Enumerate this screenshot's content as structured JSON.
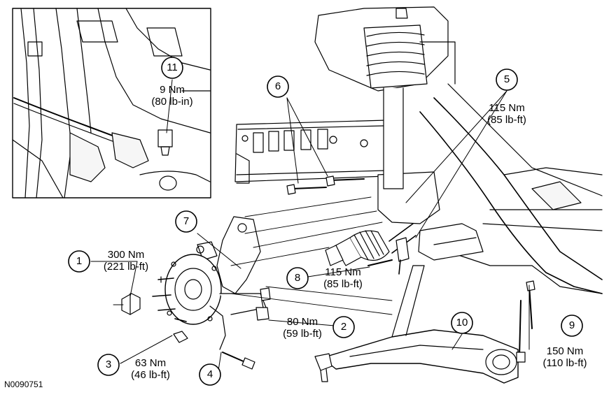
{
  "figure_id": "N0090751",
  "callouts": [
    {
      "num": "1",
      "torque_nm": "300 Nm",
      "torque_imperial": "(221 lb-ft)"
    },
    {
      "num": "2",
      "torque_nm": "80 Nm",
      "torque_imperial": "(59 lb-ft)"
    },
    {
      "num": "3",
      "torque_nm": "63 Nm",
      "torque_imperial": "(46 lb-ft)"
    },
    {
      "num": "4"
    },
    {
      "num": "5",
      "torque_nm": "115 Nm",
      "torque_imperial": "(85 lb-ft)"
    },
    {
      "num": "6"
    },
    {
      "num": "7"
    },
    {
      "num": "8",
      "torque_nm": "115 Nm",
      "torque_imperial": "(85 lb-ft)"
    },
    {
      "num": "9",
      "torque_nm": "150 Nm",
      "torque_imperial": "(110 lb-ft)"
    },
    {
      "num": "10"
    },
    {
      "num": "11",
      "torque_nm": "9 Nm",
      "torque_imperial": "(80 lb-in)"
    }
  ],
  "colors": {
    "line": "#000000",
    "background": "#ffffff",
    "fill": "#f6f6f6"
  }
}
